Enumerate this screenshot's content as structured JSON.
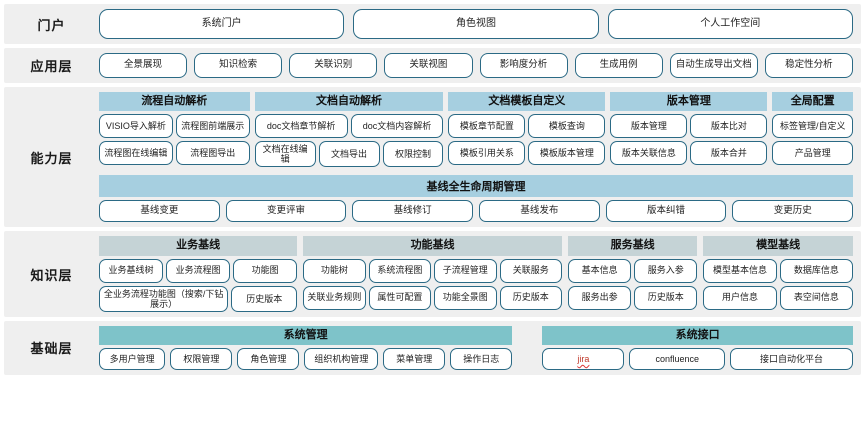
{
  "layers": [
    {
      "id": "portal",
      "label": "门户",
      "items": [
        "系统门户",
        "角色视图",
        "个人工作空间"
      ]
    },
    {
      "id": "application",
      "label": "应用层",
      "items": [
        "全景展现",
        "知识检索",
        "关联识别",
        "关联视图",
        "影响度分析",
        "生成用例",
        "自动生成导出文档",
        "稳定性分析"
      ]
    },
    {
      "id": "capability",
      "label": "能力层",
      "groups": [
        {
          "title": "流程自动解析",
          "flex": 142,
          "rows": [
            [
              "VISIO导入解析",
              "流程图前端展示"
            ],
            [
              "流程图在线编辑",
              "流程图导出"
            ]
          ]
        },
        {
          "title": "文档自动解析",
          "flex": 178,
          "rows": [
            [
              "doc文档章节解析",
              "doc文档内容解析"
            ],
            [
              "文档在线编辑",
              "文档导出",
              "权限控制"
            ]
          ]
        },
        {
          "title": "文档模板自定义",
          "flex": 148,
          "rows": [
            [
              "模板章节配置",
              "模板查询"
            ],
            [
              "模板引用关系",
              "模板版本管理"
            ]
          ]
        },
        {
          "title": "版本管理",
          "flex": 148,
          "rows": [
            [
              "版本管理",
              "版本比对"
            ],
            [
              "版本关联信息",
              "版本合并"
            ]
          ]
        },
        {
          "title": "全局配置",
          "flex": 76,
          "rows": [
            [
              "标签管理/自定义"
            ],
            [
              "产品管理"
            ]
          ]
        }
      ],
      "band": {
        "title": "基线全生命周期管理",
        "items": [
          "基线变更",
          "变更评审",
          "基线修订",
          "基线发布",
          "版本纠错",
          "变更历史"
        ]
      }
    },
    {
      "id": "knowledge",
      "label": "知识层",
      "groups": [
        {
          "title": "业务基线",
          "flex": 196,
          "rows": [
            [
              "业务基线树",
              "业务流程图",
              "功能图"
            ],
            [
              "全业务流程功能图（搜索/下钻展示）",
              "历史版本"
            ]
          ],
          "row_weights": [
            [
              1,
              1,
              1
            ],
            [
              2.1,
              1
            ]
          ]
        },
        {
          "title": "功能基线",
          "flex": 256,
          "rows": [
            [
              "功能树",
              "系统流程图",
              "子流程管理",
              "关联服务"
            ],
            [
              "关联业务规则",
              "属性可配置",
              "功能全景图",
              "历史版本"
            ]
          ],
          "row_weights": [
            [
              1,
              1,
              1,
              1
            ],
            [
              1,
              1,
              1,
              1
            ]
          ]
        },
        {
          "title": "服务基线",
          "flex": 128,
          "rows": [
            [
              "基本信息",
              "服务入参"
            ],
            [
              "服务出参",
              "历史版本"
            ]
          ],
          "row_weights": [
            [
              1,
              1
            ],
            [
              1,
              1
            ]
          ]
        },
        {
          "title": "模型基线",
          "flex": 148,
          "rows": [
            [
              "模型基本信息",
              "数据库信息"
            ],
            [
              "用户信息",
              "表空间信息"
            ]
          ],
          "row_weights": [
            [
              1,
              1
            ],
            [
              1,
              1
            ]
          ]
        }
      ]
    },
    {
      "id": "foundation",
      "label": "基础层",
      "groups": [
        {
          "title": "系统管理",
          "flex": 290,
          "items": [
            "多用户管理",
            "权限管理",
            "角色管理",
            "组织机构管理",
            "菜单管理",
            "操作日志"
          ],
          "weights": [
            1.08,
            1,
            1,
            1.22,
            1,
            1
          ]
        },
        {
          "title": "系统接口",
          "flex": 218,
          "items": [
            "jira",
            "confluence",
            "接口自动化平台"
          ],
          "weights": [
            1,
            1.18,
            1.55
          ],
          "special": [
            "jira-red",
            "",
            ""
          ]
        }
      ]
    }
  ],
  "colors": {
    "row_bg": "#efefef",
    "header_blue": "#a6cfe0",
    "header_gray": "#c5d3d6",
    "header_teal": "#7ec3c9",
    "pill_border": "#2b6a85",
    "text": "#222222",
    "jira_red": "#c0392b"
  }
}
